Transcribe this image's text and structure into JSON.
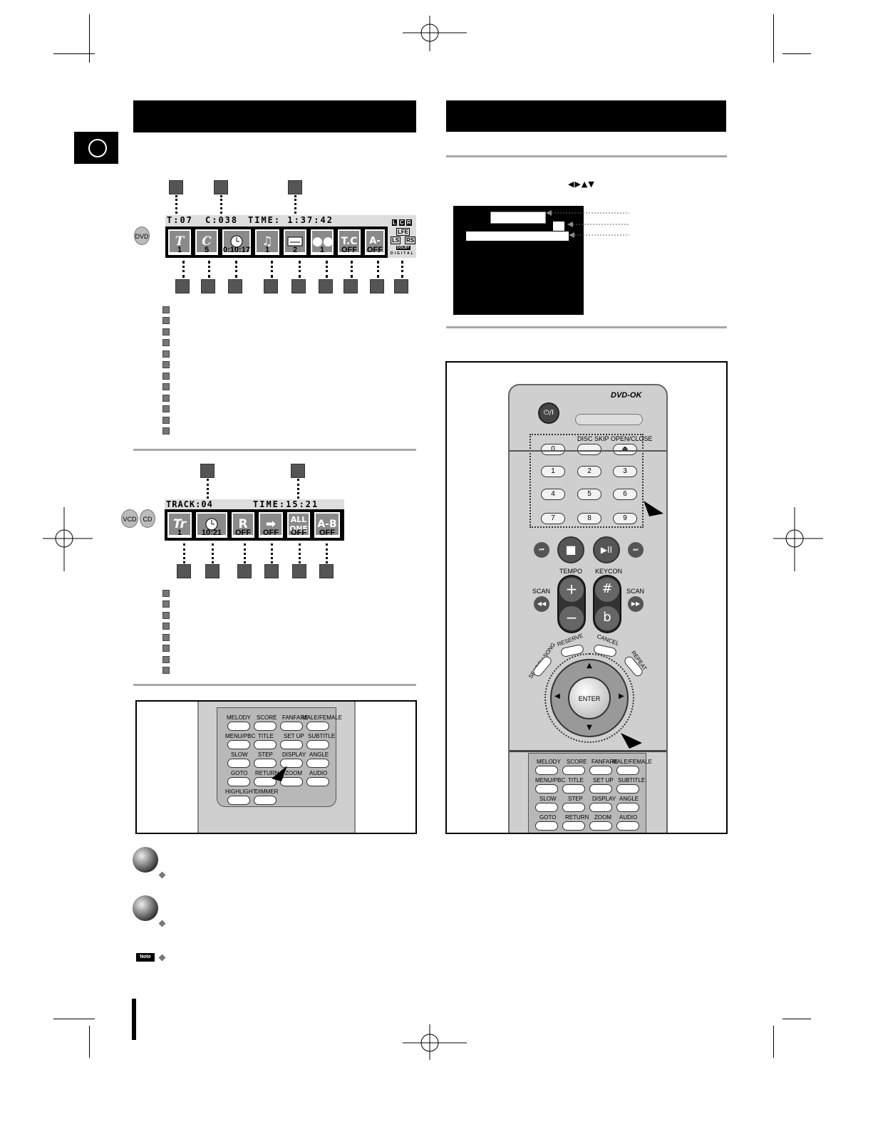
{
  "dvd_osd": {
    "disc_badge": "DVD",
    "top_title": "T:07",
    "top_chapter": "C:038",
    "top_time": "TIME: 1:37:42",
    "cells": [
      {
        "icon": "T",
        "value": "1"
      },
      {
        "icon": "C",
        "value": "5"
      },
      {
        "icon": "clock",
        "value": "0:10:17"
      },
      {
        "icon": "audio",
        "value": "1"
      },
      {
        "icon": "subtitle",
        "value": "2"
      },
      {
        "icon": "angle",
        "value": "1"
      },
      {
        "icon": "T.C",
        "value": "OFF"
      },
      {
        "icon": "A-B",
        "value": "OFF"
      }
    ],
    "channels": {
      "l": "L",
      "c": "C",
      "r": "R",
      "lfe": "LFE",
      "ls": "LS",
      "rs": "RS",
      "dolby": "DOLBY",
      "digital": "DIGITAL"
    }
  },
  "vcd_osd": {
    "disc_badge_vcd": "VCD",
    "disc_badge_cd": "CD",
    "top_track": "TRACK:04",
    "top_time": "TIME:15:21",
    "cells": [
      {
        "icon": "Tr",
        "value": "1"
      },
      {
        "icon": "clock",
        "value": "10:21"
      },
      {
        "icon": "R",
        "value": "OFF"
      },
      {
        "icon": "arrow",
        "value": "OFF"
      },
      {
        "icon": "ALL ONE",
        "value": "OFF"
      },
      {
        "icon": "A-B",
        "value": "OFF"
      }
    ]
  },
  "nav_arrows": "◀▶▲▼",
  "note_label": "Note",
  "remote_left": {
    "rows": [
      [
        "MELODY",
        "SCORE",
        "FANFARE",
        "MALE/FEMALE"
      ],
      [
        "MENU/PBC",
        "TITLE",
        "SET UP",
        "SUBTITLE"
      ],
      [
        "SLOW",
        "STEP",
        "DISPLAY",
        "ANGLE"
      ],
      [
        "GOTO",
        "RETURN",
        "ZOOM",
        "AUDIO"
      ],
      [
        "HIGHLIGHT",
        "DIMMER"
      ]
    ]
  },
  "remote_right": {
    "logo": "DVD-OK",
    "power": "⏻/I",
    "disc_skip": "DISC SKIP",
    "open_close": "OPEN/CLOSE",
    "zero": "0",
    "digits": [
      "1",
      "2",
      "3",
      "4",
      "5",
      "6",
      "7",
      "8",
      "9"
    ],
    "tempo": "TEMPO",
    "keycon": "KEYCON",
    "scan": "SCAN",
    "sharp": "#",
    "flat": "b",
    "reserve": "RESERVE",
    "cancel": "CANCEL",
    "search_song": "SEARCH SONG",
    "repeat": "REPEAT",
    "enter": "ENTER",
    "bottom_rows": [
      [
        "MELODY",
        "SCORE",
        "FANFARE",
        "MALE/FEMALE"
      ],
      [
        "MENU/PBC",
        "TITLE",
        "SET UP",
        "SUBTITLE"
      ],
      [
        "SLOW",
        "STEP",
        "DISPLAY",
        "ANGLE"
      ],
      [
        "GOTO",
        "RETURN",
        "ZOOM",
        "AUDIO"
      ]
    ]
  }
}
